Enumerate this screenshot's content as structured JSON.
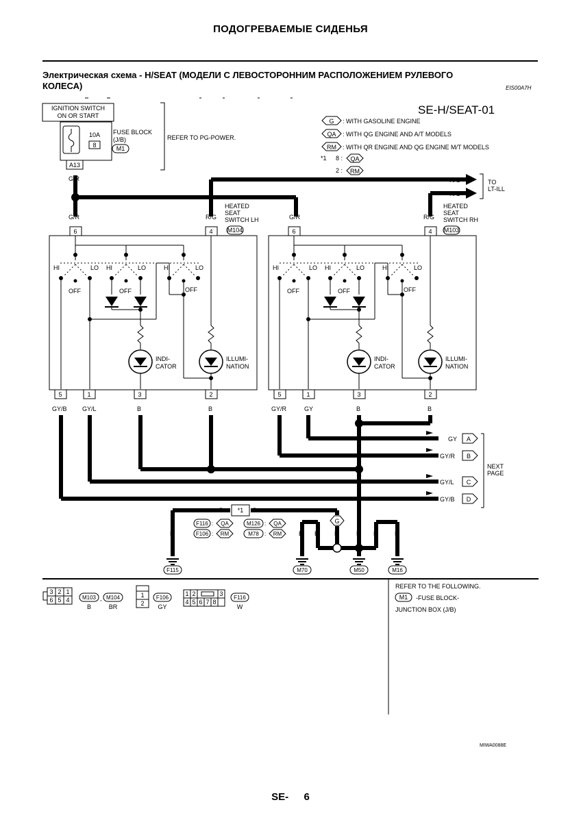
{
  "header": {
    "title": "ПОДОГРЕВАЕМЫЕ СИДЕНЬЯ",
    "subtitle": "Электрическая схема - H/SEAT (МОДЕЛИ С ЛЕВОСТОРОННИМ РАСПОЛОЖЕНИЕМ РУЛЕВОГО КОЛЕСА)",
    "code": "EIS00A7H"
  },
  "diagram": {
    "title": "SE-H/SEAT-01",
    "ignition": [
      "IGNITION SWITCH",
      "ON OR START"
    ],
    "fuse": {
      "label": [
        "FUSE BLOCK",
        "(J/B)"
      ],
      "amp": "10A",
      "num": "8",
      "conn": "M1",
      "term": "A13"
    },
    "refer_power": "REFER TO PG-POWER.",
    "legend": [
      {
        "tag": "G",
        "text": ": WITH GASOLINE ENGINE"
      },
      {
        "tag": "QA",
        "text": ": WITH QG ENGINE AND A/T MODELS"
      },
      {
        "tag": "RM",
        "text": ": WITH QR ENGINE AND QG ENGINE M/T MODELS"
      }
    ],
    "star": {
      "sym": "*1",
      "line1": "8 :",
      "tag1": "QA",
      "line2": "2 :",
      "tag2": "RM"
    },
    "to_ill": [
      "TO",
      "LT-ILL"
    ],
    "wires": {
      "gr": "G/R",
      "rg": "R/G",
      "gyb": "GY/B",
      "gyl": "GY/L",
      "gyr": "GY/R",
      "gy": "GY",
      "b": "B"
    },
    "lh": {
      "name": [
        "HEATED",
        "SEAT",
        "SWITCH LH"
      ],
      "conn": "M104"
    },
    "rh": {
      "name": [
        "HEATED",
        "SEAT",
        "SWITCH RH"
      ],
      "conn": "M103"
    },
    "sw": {
      "hi": "HI",
      "lo": "LO",
      "off": "OFF",
      "indicator": [
        "INDI-",
        "CATOR"
      ],
      "illum": [
        "ILLUMI-",
        "NATION"
      ]
    },
    "pins": {
      "p6": "6",
      "p4": "4",
      "p5": "5",
      "p1": "1",
      "p3": "3",
      "p2": "2"
    },
    "next": [
      "NEXT",
      "PAGE"
    ],
    "conn_letters": [
      "A",
      "B",
      "C",
      "D"
    ],
    "grounds": {
      "f115": "F115",
      "m70": "M70",
      "m50": "M50",
      "m16": "M16"
    },
    "ground_tags": {
      "f116": "F116",
      "f106": "F106",
      "m126": "M126",
      "m78": "M78",
      "qa": "QA",
      "rm": "RM",
      "g": "G",
      "star": "*1",
      "colon": ":"
    },
    "connectors": {
      "c1": {
        "pins": [
          "3",
          "2",
          "1",
          "6",
          "5",
          "4"
        ],
        "names": [
          "M103",
          ",",
          "M104"
        ],
        "colors": [
          "B",
          "BR"
        ]
      },
      "c2": {
        "pins": [
          "1",
          "2"
        ],
        "name": "F106",
        "color": "GY"
      },
      "c3": {
        "pins": [
          "1",
          "2",
          "3",
          "4",
          "5",
          "6",
          "7",
          "8"
        ],
        "name": "F116",
        "color": "W"
      }
    },
    "refer": {
      "line1": "REFER TO THE FOLLOWING.",
      "conn": "M1",
      "line2": "-FUSE BLOCK-",
      "line3": "JUNCTION BOX (J/B)"
    },
    "fig_id": "MIWA0088E"
  },
  "footer": {
    "prefix": "SE-",
    "page": "6"
  }
}
